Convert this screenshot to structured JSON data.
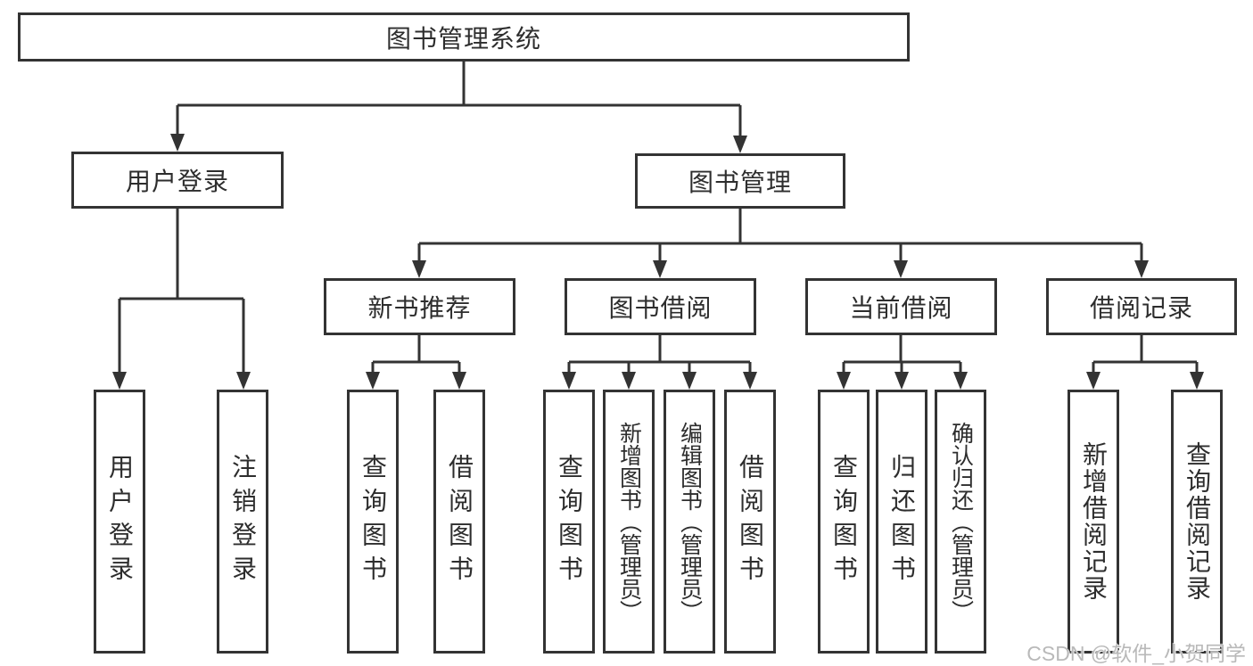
{
  "diagram_title": "图书管理系统",
  "nodes": {
    "root": {
      "label": "图书管理系统"
    },
    "user_login": {
      "label": "用户登录"
    },
    "book_management": {
      "label": "图书管理"
    },
    "new_book_recommend": {
      "label": "新书推荐"
    },
    "book_borrow": {
      "label": "图书借阅"
    },
    "current_borrow": {
      "label": "当前借阅"
    },
    "borrow_records": {
      "label": "借阅记录"
    },
    "leaf_user_login": {
      "label": "用户登录"
    },
    "leaf_logout": {
      "label": "注销登录"
    },
    "leaf_recommend_query_book": {
      "label": "查询图书"
    },
    "leaf_recommend_borrow_book": {
      "label": "借阅图书"
    },
    "leaf_borrow_query_book": {
      "label": "查询图书"
    },
    "leaf_borrow_add_book": {
      "label": "新增图书（管理员）"
    },
    "leaf_borrow_edit_book": {
      "label": "编辑图书（管理员）"
    },
    "leaf_borrow_borrow_book": {
      "label": "借阅图书"
    },
    "leaf_current_query_book": {
      "label": "查询图书"
    },
    "leaf_current_return_book": {
      "label": "归还图书"
    },
    "leaf_current_confirm_return": {
      "label": "确认归还（管理员）"
    },
    "leaf_records_add_record": {
      "label": "新增借阅记录"
    },
    "leaf_records_query_record": {
      "label": "查询借阅记录"
    }
  },
  "watermark": {
    "text": "CSDN @软件_小贺同学"
  },
  "colors": {
    "line": "#333333",
    "text": "#2d2d2d",
    "background": "#ffffff",
    "watermark": "#b9b9b9"
  }
}
